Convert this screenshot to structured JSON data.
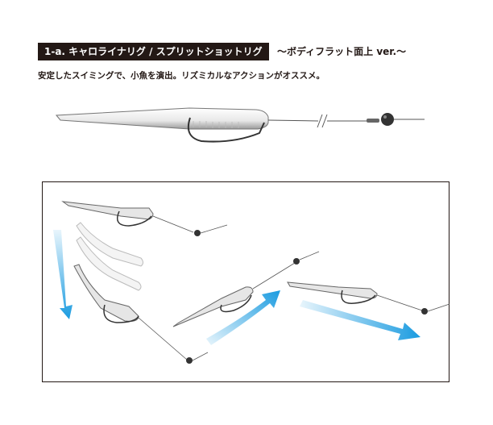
{
  "header": {
    "title": "1-a. キャロライナリグ / スプリットショットリグ",
    "suffix": "〜ボディフラット面上 ver.〜"
  },
  "description": "安定したスイミングで、小魚を演出。リズミカルなアクションがオススメ。",
  "colors": {
    "badge_bg": "#231815",
    "text": "#231815",
    "arrow": "#1a9be0",
    "lure_body": "#e6e6e6",
    "line": "#555555",
    "sinker": "#333333"
  }
}
